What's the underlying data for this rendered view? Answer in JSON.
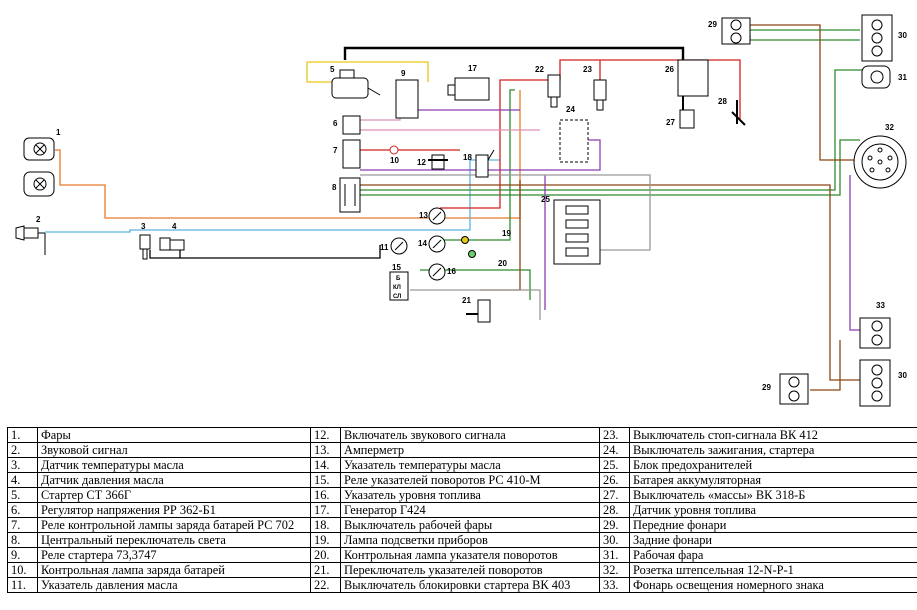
{
  "diagram": {
    "component_numbers": [
      "1",
      "2",
      "3",
      "4",
      "5",
      "6",
      "7",
      "8",
      "9",
      "10",
      "11",
      "12",
      "13",
      "14",
      "15",
      "16",
      "17",
      "18",
      "19",
      "20",
      "21",
      "22",
      "23",
      "24",
      "25",
      "26",
      "27",
      "28",
      "29",
      "30",
      "31",
      "32",
      "33"
    ],
    "terminal_labels": {
      "switch15": [
        "Б",
        "КЛ",
        "СЛ"
      ]
    },
    "wire_colors": {
      "orange": "#e8792b",
      "light_blue": "#5ab4e0",
      "black": "#000000",
      "green": "#2e8b2e",
      "red": "#d42020",
      "brown": "#8b4513",
      "violet": "#8a3fb0",
      "pink": "#e08fb8",
      "yellow": "#e6c619",
      "gray": "#999999"
    }
  },
  "legend": {
    "rows": [
      [
        {
          "n": "1.",
          "t": "Фары"
        },
        {
          "n": "12.",
          "t": "Включатель звукового сигнала"
        },
        {
          "n": "23.",
          "t": "Выключатель стоп-сигнала ВК 412"
        }
      ],
      [
        {
          "n": "2.",
          "t": "Звуковой сигнал"
        },
        {
          "n": "13.",
          "t": "Амперметр"
        },
        {
          "n": "24.",
          "t": "Выключатель зажигания, стартера"
        }
      ],
      [
        {
          "n": "3.",
          "t": "Датчик температуры масла"
        },
        {
          "n": "14.",
          "t": "Указатель температуры масла"
        },
        {
          "n": "25.",
          "t": "Блок предохранителей"
        }
      ],
      [
        {
          "n": "4.",
          "t": "Датчик давления масла"
        },
        {
          "n": "15.",
          "t": "Реле указателей поворотов РС 410-М"
        },
        {
          "n": "26.",
          "t": "Батарея аккумуляторная"
        }
      ],
      [
        {
          "n": "5.",
          "t": "Стартер СТ 366Г"
        },
        {
          "n": "16.",
          "t": "Указатель уровня топлива"
        },
        {
          "n": "27.",
          "t": "Выключатель «массы» ВК 318-Б"
        }
      ],
      [
        {
          "n": "6.",
          "t": "Регулятор напряжения РР 362-Б1"
        },
        {
          "n": "17.",
          "t": "Генератор Г424"
        },
        {
          "n": "28.",
          "t": "Датчик уровня топлива"
        }
      ],
      [
        {
          "n": "7.",
          "t": "Реле контрольной лампы заряда батарей РС 702"
        },
        {
          "n": "18.",
          "t": "Выключатель рабочей фары"
        },
        {
          "n": "29.",
          "t": "Передние фонари"
        }
      ],
      [
        {
          "n": "8.",
          "t": "Центральный переключатель света"
        },
        {
          "n": "19.",
          "t": "Лампа подсветки приборов"
        },
        {
          "n": "30.",
          "t": "Задние фонари"
        }
      ],
      [
        {
          "n": "9.",
          "t": "Реле стартера 73,3747"
        },
        {
          "n": "20.",
          "t": "Контрольная лампа указателя поворотов"
        },
        {
          "n": "31.",
          "t": "Рабочая фара"
        }
      ],
      [
        {
          "n": "10.",
          "t": "Контрольная лампа заряда батарей"
        },
        {
          "n": "21.",
          "t": "Переключатель указателей поворотов"
        },
        {
          "n": "32.",
          "t": "Розетка штепсельная 12-N-P-1"
        }
      ],
      [
        {
          "n": "11.",
          "t": "Указатель давления масла"
        },
        {
          "n": "22.",
          "t": "Выключатель блокировки стартера ВК 403"
        },
        {
          "n": "33.",
          "t": "Фонарь освещения номерного знака"
        }
      ]
    ]
  }
}
